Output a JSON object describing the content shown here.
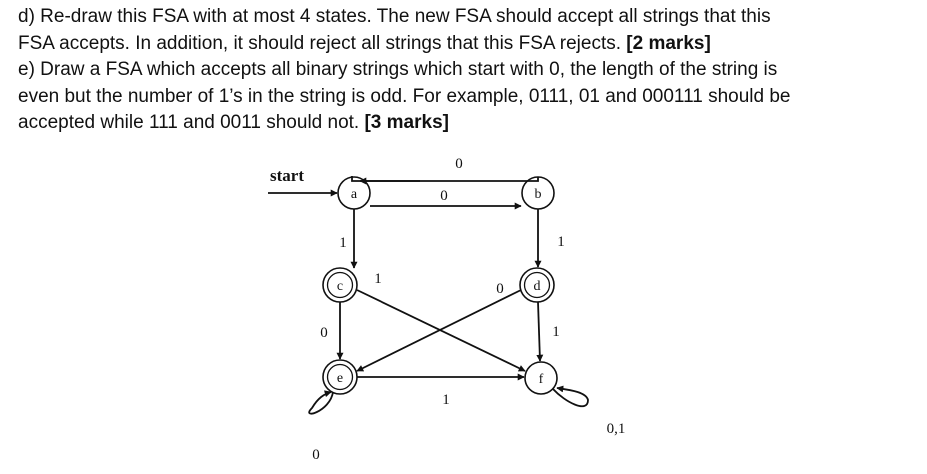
{
  "question": {
    "part_d": {
      "line1": "d) Re-draw this FSA with at most 4 states. The new FSA should accept all strings that this",
      "line2_text": "FSA accepts. In addition, it should reject all strings that this FSA rejects. ",
      "marks": "[2 marks]"
    },
    "part_e": {
      "line1": "e) Draw a FSA which accepts all binary strings which start with 0, the length of the string is",
      "line2": "even but the number of 1’s in the string is odd. For example, 0111, 01 and 000111 should be",
      "line3_text": "accepted while 111 and 0011 should not. ",
      "marks": "[3 marks]"
    }
  },
  "fsa": {
    "start_label": "start",
    "states": {
      "a": "a",
      "b": "b",
      "c": "c",
      "d": "d",
      "e": "e",
      "f": "f"
    },
    "accepting_states": [
      "c",
      "d",
      "e"
    ],
    "transitions": {
      "a_to_b": "0",
      "b_to_a": "0",
      "a_to_c": "1",
      "b_to_d": "1",
      "c_to_e": "0",
      "d_to_f": "1",
      "c_to_f": "1",
      "d_to_e": "0",
      "e_to_f": "1",
      "e_loop": "0",
      "f_loop": "0,1"
    }
  }
}
